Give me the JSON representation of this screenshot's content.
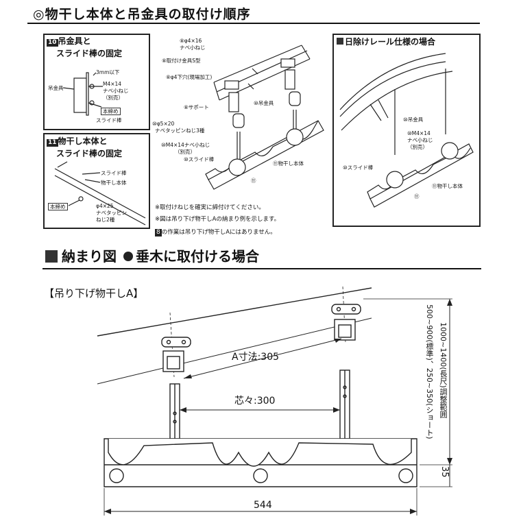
{
  "header": {
    "title": "◎物干し本体と吊金具の取付け順序"
  },
  "panel_10": {
    "num": "10",
    "title_l1": "吊金具と",
    "title_l2": "スライド棒の固定",
    "label_3mm": "3mm以下",
    "label_tsurikanagu": "吊金具",
    "label_m4": "M4×14",
    "label_nabe": "ナベ小ねじ",
    "label_bessen": "（別売）",
    "label_honjime": "本締め",
    "label_slide": "スライド棒"
  },
  "panel_11": {
    "num": "11",
    "title_l1": "物干し本体と",
    "title_l2": "スライド棒の固定",
    "label_slide": "スライド棒",
    "label_body": "物干し本体",
    "label_honjime": "本締め",
    "label_d4": "φ4×25",
    "label_pin": "ナベタッピン",
    "label_neji": "ねじ2種"
  },
  "center": {
    "l1": "⑧φ4×16",
    "l2": "ナベ小ねじ",
    "l3": "⑧取付け金具S型",
    "l4": "⑧φ4下穴(現場加工)",
    "l5": "⑧サポート",
    "l6": "⑩吊金具",
    "l7": "⑩φ5×20",
    "l8": "ナベタッピンねじ3種",
    "l9": "⑩M4×14ナベ小ねじ",
    "l10": "（別売）",
    "l11": "⑩スライド棒",
    "l12": "⑪物干し本体",
    "l13": "⑪"
  },
  "panel_rail": {
    "title": "日除けレール仕様の場合",
    "l1": "⑩吊金具",
    "l2": "⑩M4×14",
    "l3": "ナベ小ねじ",
    "l4": "（別売）",
    "l5": "⑩スライド棒",
    "l6": "⑪物干し本体",
    "l7": "⑪"
  },
  "notes": {
    "n1": "※取付けねじを確実に締付けてください。",
    "n2": "※図は吊り下げ物干しAの納まり例を示します。",
    "n3_num": "8",
    "n3": "の作業は吊り下げ物干しAにはありません。"
  },
  "section2": {
    "title": "納まり図",
    "subtitle": "垂木に取付ける場合",
    "product": "【吊り下げ物干しA】"
  },
  "dims": {
    "a_size": "A寸法:305",
    "center": "芯々:300",
    "width": "544",
    "height": "35",
    "range1": "500~900(標準)、250~350(ショート)",
    "range2": "1000~1400(長尺)調整範囲"
  }
}
